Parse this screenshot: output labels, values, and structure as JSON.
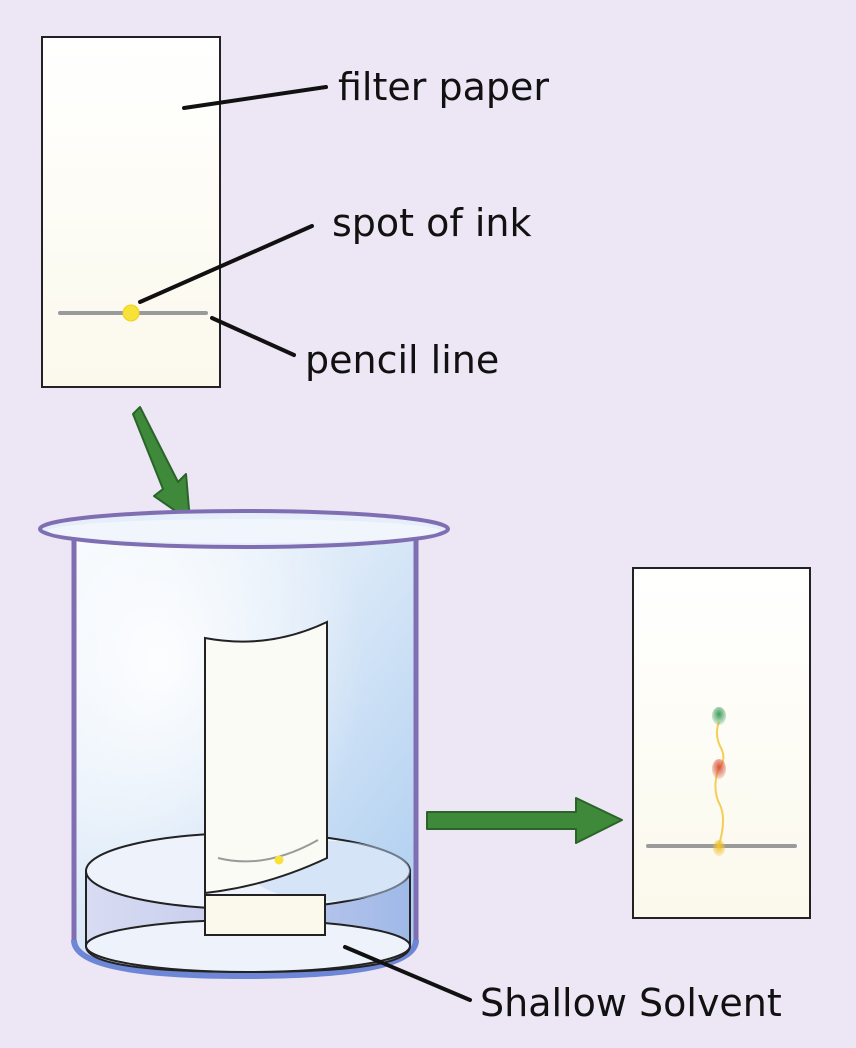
{
  "labels": {
    "filter_paper": "filter paper",
    "spot_of_ink": "spot of ink",
    "pencil_line": "pencil line",
    "shallow_solvent": "Shallow Solvent"
  },
  "colors": {
    "background": "#ece6f5",
    "paper": "#fdfdf8",
    "paper_border": "#222222",
    "pencil_line": "#9a9a9a",
    "ink_spot": "#f7e23a",
    "arrow": "#3f8a3a",
    "beaker_rim": "#7f6fb2",
    "beaker_glass": "#cfe2f7",
    "green_dye": "#3e9e5a",
    "red_dye": "#d9533a",
    "yellow_dye": "#f2c230"
  },
  "icons": {
    "down_arrow": "arrow-down-right-icon",
    "right_arrow": "arrow-right-icon"
  }
}
